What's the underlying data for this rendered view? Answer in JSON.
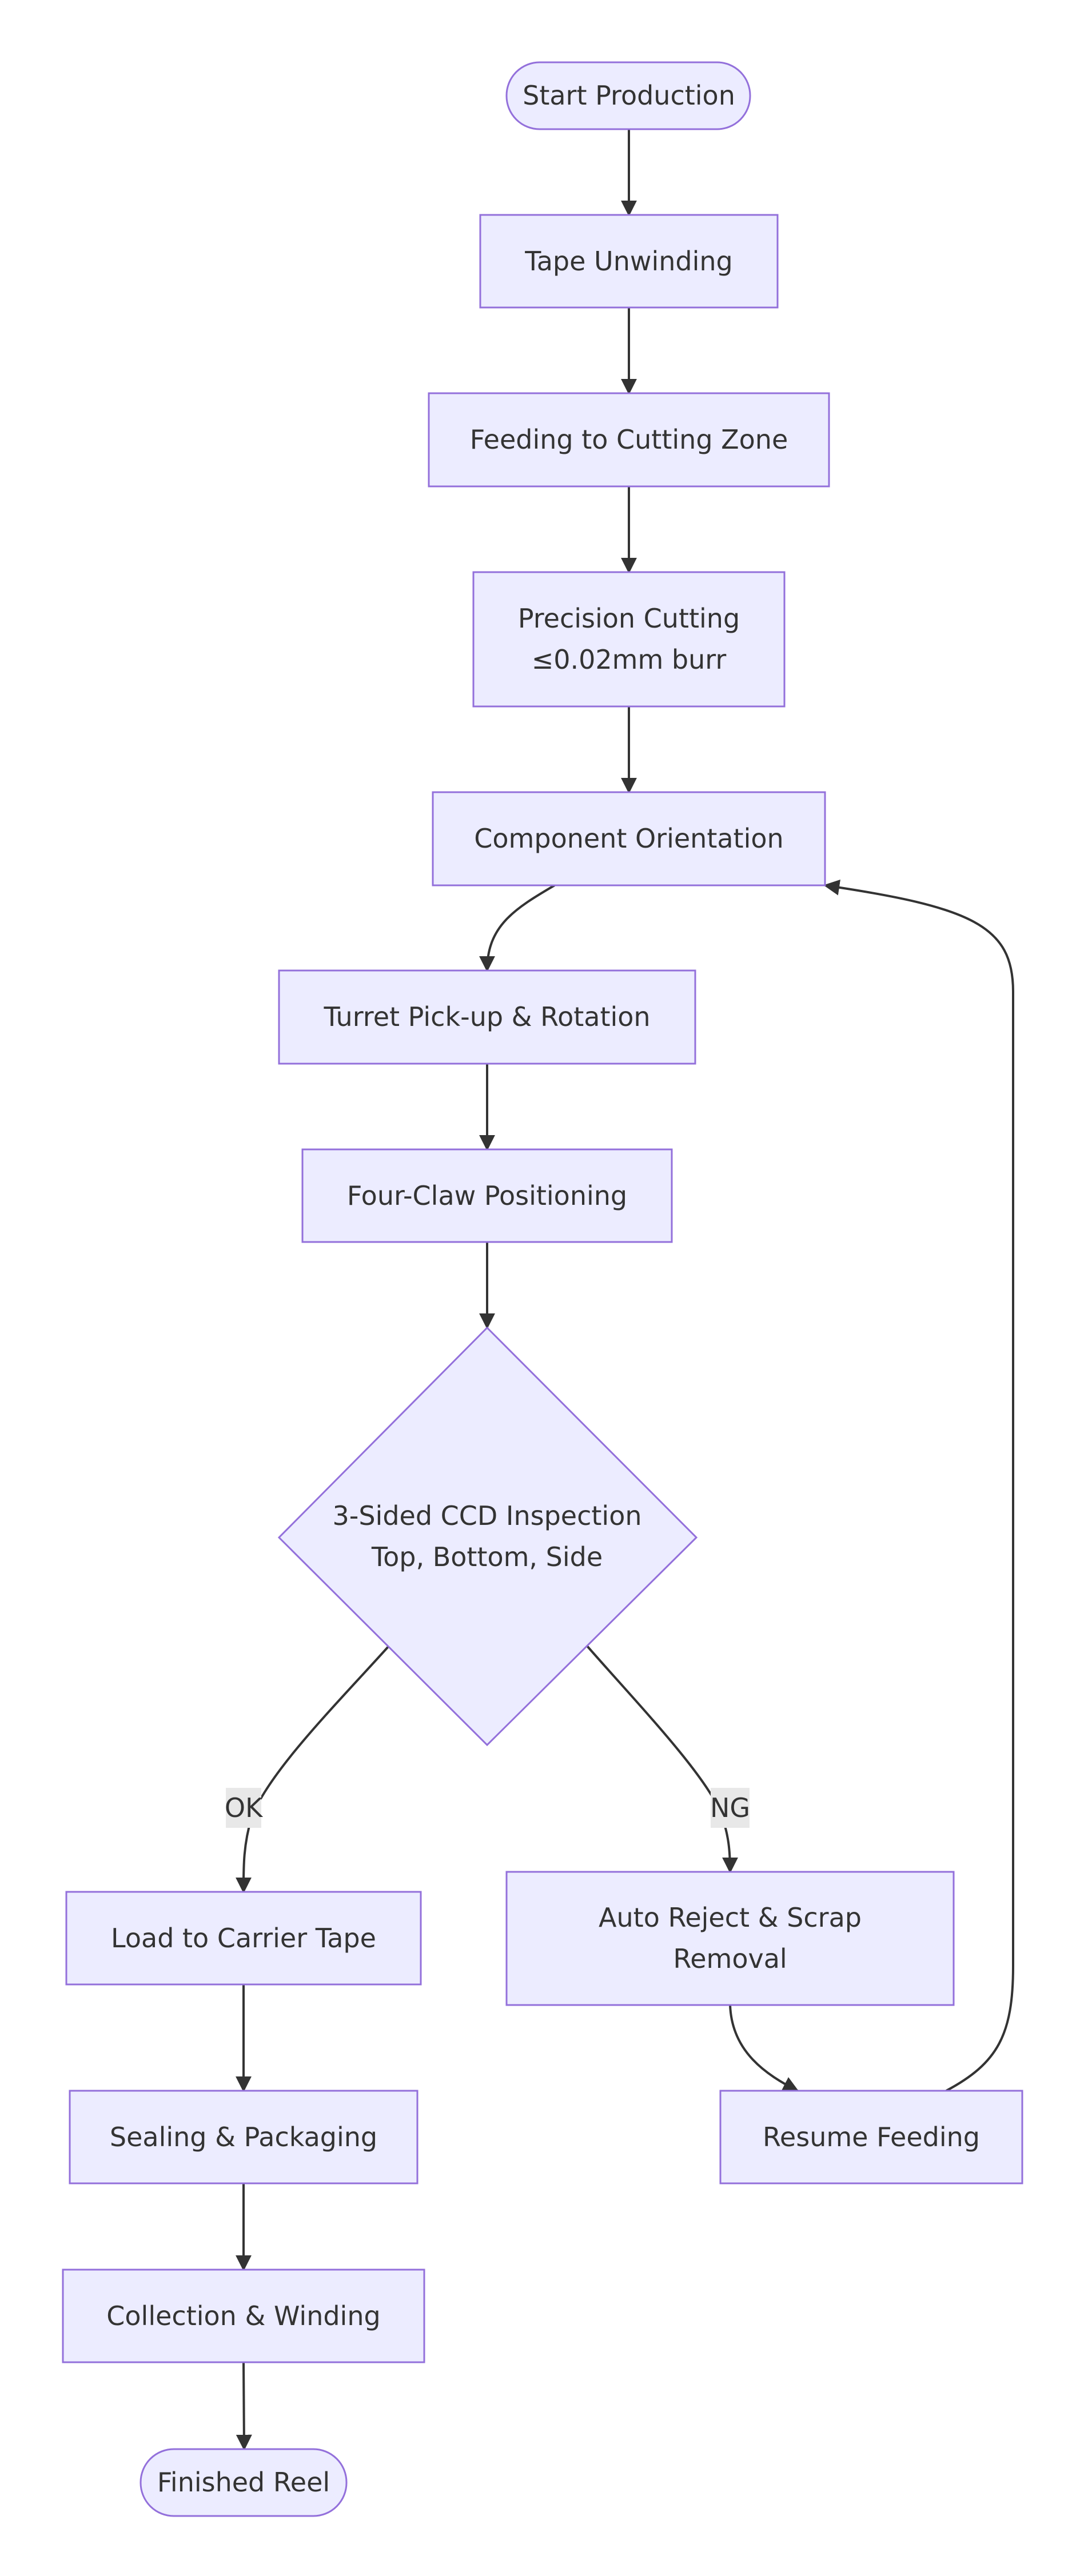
{
  "flowchart": {
    "nodes": {
      "start": {
        "lines": [
          "Start Production"
        ]
      },
      "unwind": {
        "lines": [
          "Tape Unwinding"
        ]
      },
      "feed": {
        "lines": [
          "Feeding to Cutting Zone"
        ]
      },
      "cut": {
        "lines": [
          "Precision Cutting",
          "≤0.02mm burr"
        ]
      },
      "orient": {
        "lines": [
          "Component Orientation"
        ]
      },
      "turret": {
        "lines": [
          "Turret Pick-up & Rotation"
        ]
      },
      "claw": {
        "lines": [
          "Four-Claw Positioning"
        ]
      },
      "ccd": {
        "lines": [
          "3-Sided CCD Inspection",
          "Top, Bottom, Side"
        ]
      },
      "load": {
        "lines": [
          "Load to Carrier Tape"
        ]
      },
      "reject": {
        "lines": [
          "Auto Reject & Scrap",
          "Removal"
        ]
      },
      "seal": {
        "lines": [
          "Sealing & Packaging"
        ]
      },
      "resume": {
        "lines": [
          "Resume Feeding"
        ]
      },
      "collect": {
        "lines": [
          "Collection & Winding"
        ]
      },
      "finish": {
        "lines": [
          "Finished Reel"
        ]
      }
    },
    "edge_labels": {
      "ok": "OK",
      "ng": "NG"
    }
  },
  "colors": {
    "node_fill": "#ECECFF",
    "node_stroke": "#9370DB",
    "edge": "#333333",
    "text": "#333333",
    "label_bg": "#e8e8e8"
  }
}
